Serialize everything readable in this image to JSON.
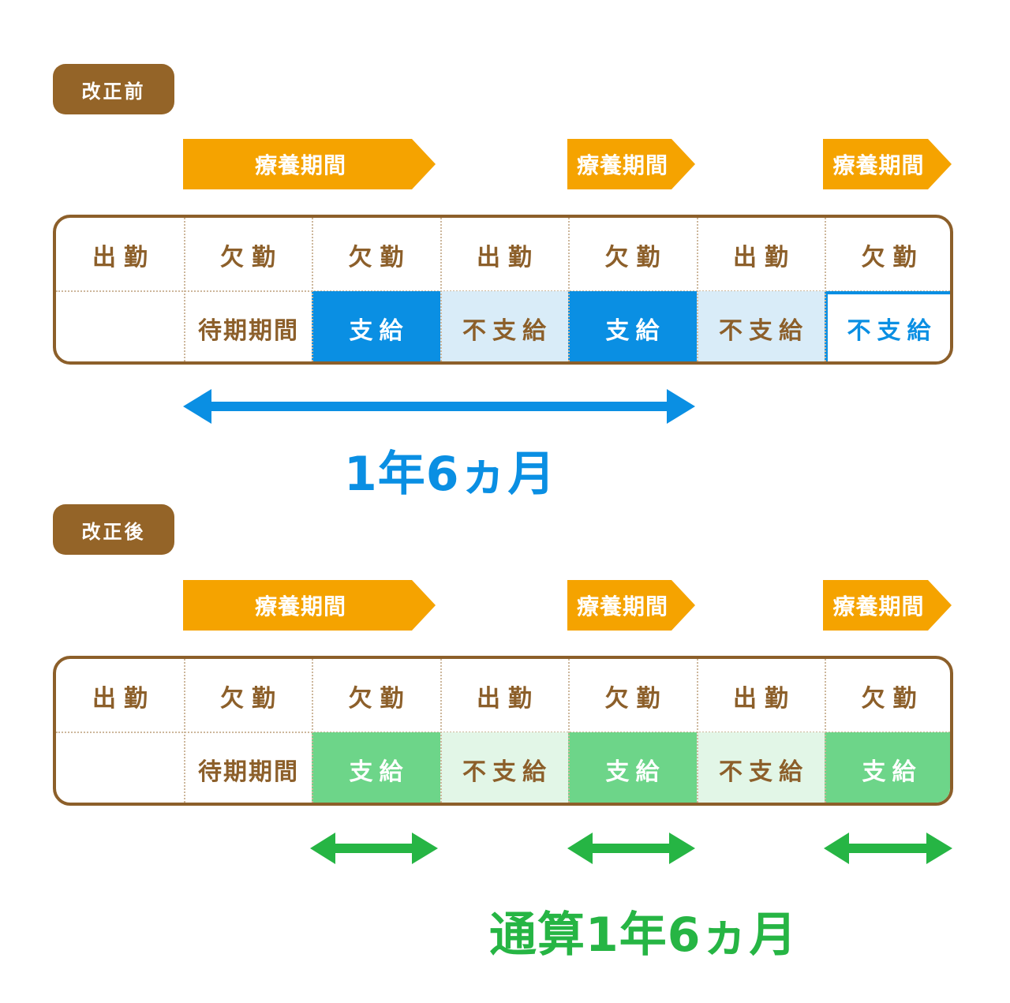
{
  "colors": {
    "brown": "#8c5f2a",
    "orange": "#f5a300",
    "blue": "#0a8fe3",
    "blue_light": "#d9ecf8",
    "green": "#6dd589",
    "green_light": "#e2f6e7",
    "green_text": "#26b544"
  },
  "before": {
    "badge": "改正前",
    "ribbons": [
      "療養期間",
      "療養期間",
      "療養期間"
    ],
    "row1": [
      "出勤",
      "欠勤",
      "欠勤",
      "出勤",
      "欠勤",
      "出勤",
      "欠勤"
    ],
    "row2": [
      "",
      "待期期間",
      "支給",
      "不支給",
      "支給",
      "不支給",
      "不支給"
    ],
    "total": "1年6ヵ月"
  },
  "after": {
    "badge": "改正後",
    "ribbons": [
      "療養期間",
      "療養期間",
      "療養期間"
    ],
    "row1": [
      "出勤",
      "欠勤",
      "欠勤",
      "出勤",
      "欠勤",
      "出勤",
      "欠勤"
    ],
    "row2": [
      "",
      "待期期間",
      "支給",
      "不支給",
      "支給",
      "不支給",
      "支給"
    ],
    "total": "通算1年6ヵ月"
  }
}
